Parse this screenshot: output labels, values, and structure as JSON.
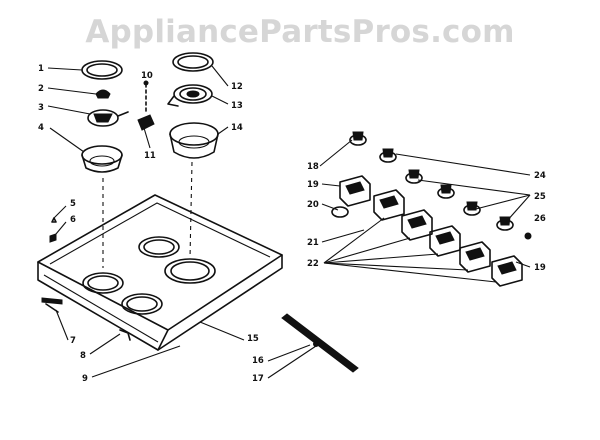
{
  "watermark": "AppliancePartsPros.com",
  "callouts": [
    "1",
    "2",
    "3",
    "4",
    "5",
    "6",
    "7",
    "8",
    "9",
    "10",
    "11",
    "12",
    "13",
    "14",
    "15",
    "16",
    "17",
    "18",
    "19",
    "20",
    "21",
    "22",
    "24",
    "25",
    "26",
    "19"
  ],
  "colors": {
    "ink": "#111111",
    "watermark": "#d6d6d6",
    "background": "#ffffff"
  }
}
